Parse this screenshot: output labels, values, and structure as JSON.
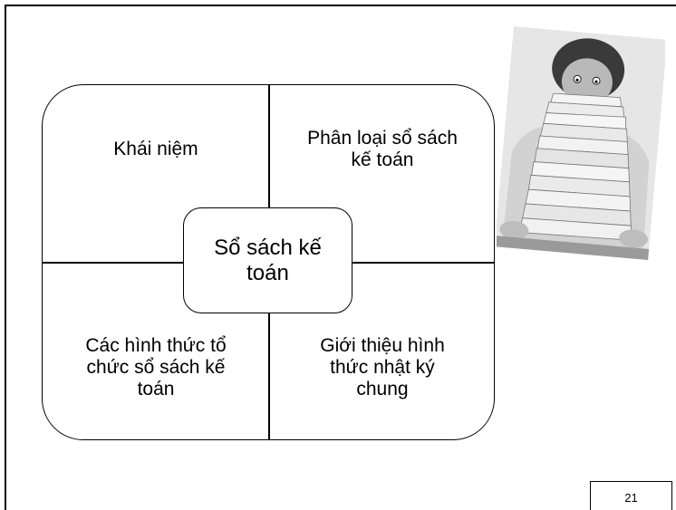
{
  "diagram": {
    "center_label": "Sổ sách kế\ntoán",
    "quadrants": {
      "top_left": "Khái niệm",
      "top_right": "Phân loại sổ sách\nkế toán",
      "bottom_left": "Các hình thức tổ\nchức sổ sách kế\ntoán",
      "bottom_right": "Giới thiệu hình\nthức nhật ký\nchung"
    }
  },
  "illustration": {
    "icon": "person-behind-paper-stack-icon"
  },
  "footer": {
    "page_number": "21"
  }
}
